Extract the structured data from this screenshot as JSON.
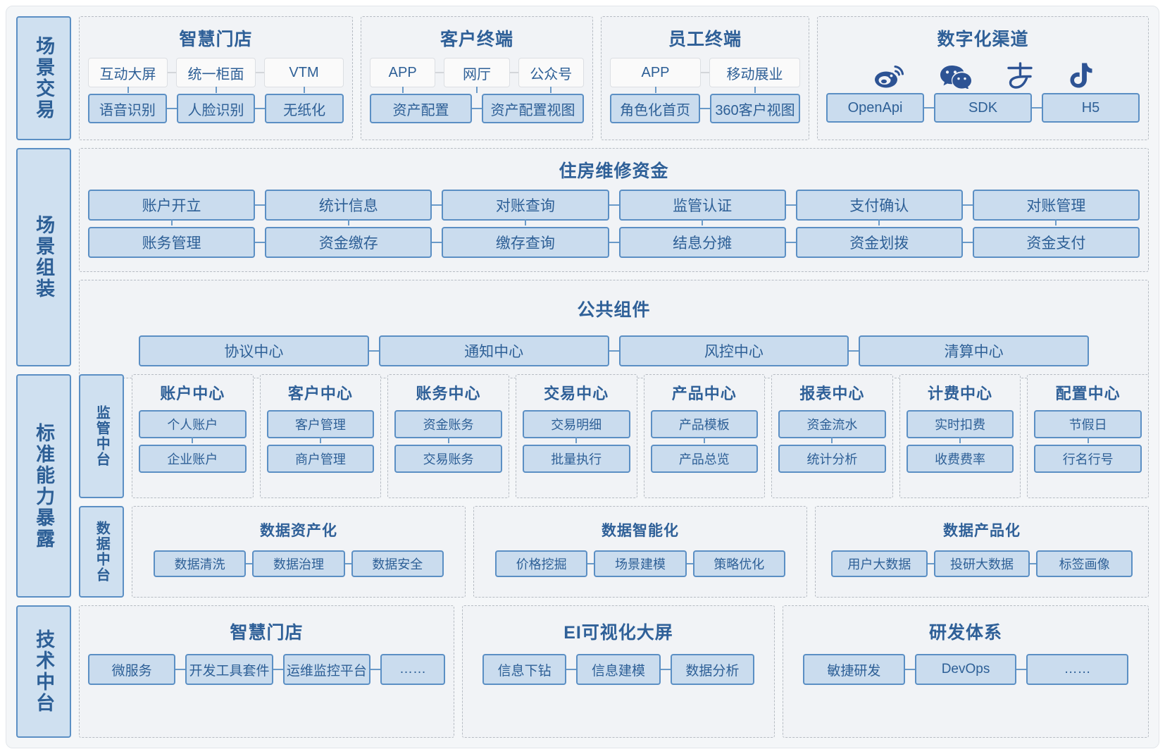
{
  "layers": [
    {
      "id": "scene-transaction",
      "label": "场景交易",
      "groups": [
        {
          "id": "smart-store",
          "title": "智慧门店",
          "rows": [
            {
              "style": "plain",
              "items": [
                "互动大屏",
                "统一柜面",
                "VTM"
              ]
            },
            {
              "style": "blue",
              "items": [
                "语音识别",
                "人脸识别",
                "无纸化"
              ]
            }
          ]
        },
        {
          "id": "customer-terminal",
          "title": "客户终端",
          "rows": [
            {
              "style": "plain",
              "items": [
                "APP",
                "网厅",
                "公众号"
              ]
            },
            {
              "style": "blue",
              "items": [
                "资产配置",
                "资产配置视图"
              ]
            }
          ]
        },
        {
          "id": "staff-terminal",
          "title": "员工终端",
          "rows": [
            {
              "style": "plain",
              "items": [
                "APP",
                "移动展业"
              ]
            },
            {
              "style": "blue",
              "items": [
                "角色化首页",
                "360客户视图"
              ]
            }
          ]
        },
        {
          "id": "digital-channel",
          "title": "数字化渠道",
          "icons": [
            "weibo-icon",
            "wechat-icon",
            "alipay-icon",
            "douyin-icon"
          ],
          "rows": [
            {
              "style": "blue",
              "items": [
                "OpenApi",
                "SDK",
                "H5"
              ]
            }
          ]
        }
      ]
    },
    {
      "id": "scene-assembly",
      "label": "场景组装",
      "groups": [
        {
          "id": "housing-maintenance-fund",
          "title": "住房维修资金",
          "rows": [
            {
              "style": "blue",
              "items": [
                "账户开立",
                "统计信息",
                "对账查询",
                "监管认证",
                "支付确认",
                "对账管理"
              ]
            },
            {
              "style": "blue",
              "items": [
                "账务管理",
                "资金缴存",
                "缴存查询",
                "结息分摊",
                "资金划拨",
                "资金支付"
              ]
            }
          ]
        },
        {
          "id": "public-components",
          "title": "公共组件",
          "rows": [
            {
              "style": "blue",
              "items": [
                "协议中心",
                "通知中心",
                "风控中心",
                "清算中心"
              ]
            }
          ]
        }
      ]
    },
    {
      "id": "standard-capability",
      "label": "标准能力暴露",
      "subrows": [
        {
          "id": "supervision-platform",
          "side_label": "监管中台",
          "centers": [
            {
              "title": "账户中心",
              "items": [
                "个人账户",
                "企业账户"
              ]
            },
            {
              "title": "客户中心",
              "items": [
                "客户管理",
                "商户管理"
              ]
            },
            {
              "title": "账务中心",
              "items": [
                "资金账务",
                "交易账务"
              ]
            },
            {
              "title": "交易中心",
              "items": [
                "交易明细",
                "批量执行"
              ]
            },
            {
              "title": "产品中心",
              "items": [
                "产品模板",
                "产品总览"
              ]
            },
            {
              "title": "报表中心",
              "items": [
                "资金流水",
                "统计分析"
              ]
            },
            {
              "title": "计费中心",
              "items": [
                "实时扣费",
                "收费费率"
              ]
            },
            {
              "title": "配置中心",
              "items": [
                "节假日",
                "行名行号"
              ]
            }
          ]
        },
        {
          "id": "data-platform",
          "side_label": "数据中台",
          "groups": [
            {
              "title": "数据资产化",
              "items": [
                "数据清洗",
                "数据治理",
                "数据安全"
              ]
            },
            {
              "title": "数据智能化",
              "items": [
                "价格挖掘",
                "场景建模",
                "策略优化"
              ]
            },
            {
              "title": "数据产品化",
              "items": [
                "用户大数据",
                "投研大数据",
                "标签画像"
              ]
            }
          ]
        }
      ]
    },
    {
      "id": "tech-platform",
      "label": "技术中台",
      "groups": [
        {
          "id": "tech-smart-store",
          "title": "智慧门店",
          "rows": [
            {
              "style": "blue",
              "items": [
                "微服务",
                "开发工具套件",
                "运维监控平台",
                "……"
              ]
            }
          ]
        },
        {
          "id": "ei-dashboard",
          "title": "EI可视化大屏",
          "rows": [
            {
              "style": "blue",
              "items": [
                "信息下钻",
                "信息建模",
                "数据分析"
              ]
            }
          ]
        },
        {
          "id": "rnd-system",
          "title": "研发体系",
          "rows": [
            {
              "style": "blue",
              "items": [
                "敏捷研发",
                "DevOps",
                "……"
              ]
            }
          ]
        }
      ]
    }
  ],
  "colors": {
    "accent": "#2d5f96",
    "chip_blue_fill": "#cadcee",
    "chip_blue_border": "#5b8fc4",
    "chip_plain_fill": "#fafafa",
    "chip_plain_border": "#dcdfe3",
    "panel_bg": "#f1f3f6",
    "panel_border": "#b6bcc3",
    "page_bg": "#f4f6f8",
    "icon_color": "#2d5394"
  }
}
